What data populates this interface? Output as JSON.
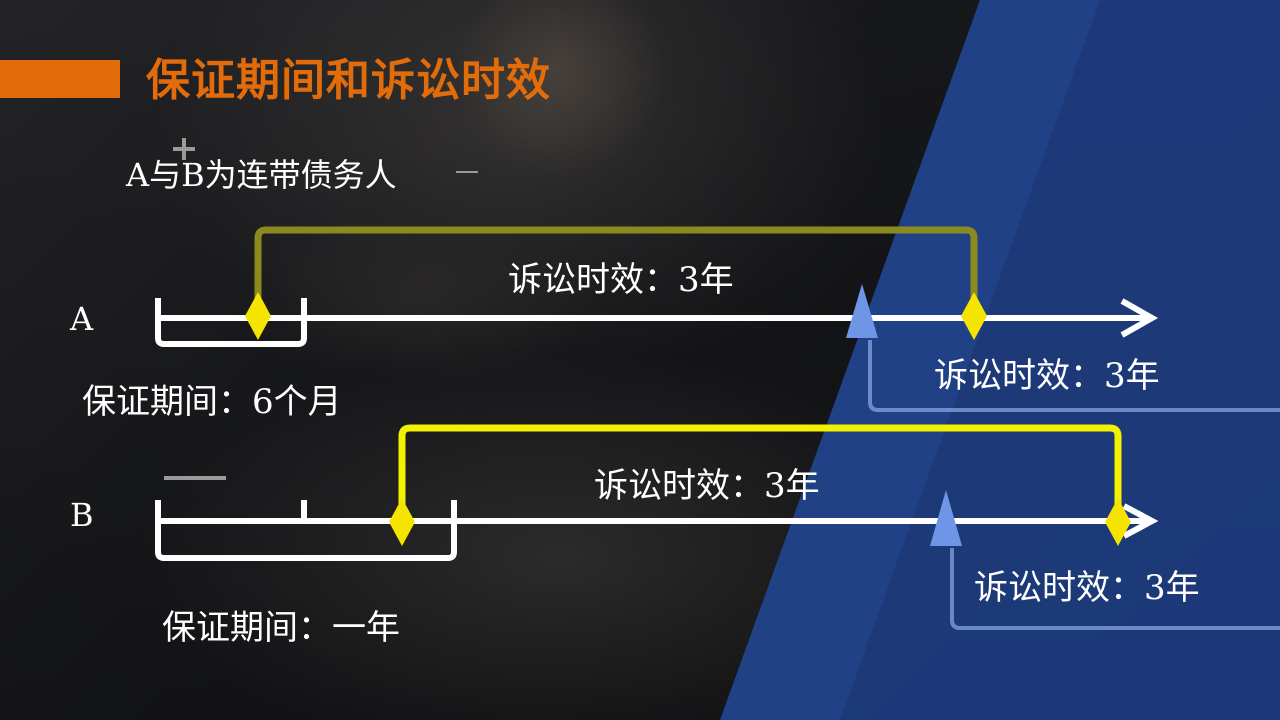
{
  "slide": {
    "title": "保证期间和诉讼时效",
    "subtitle": "A与B为连带债务人",
    "accent_color": "#e36c0a",
    "panel_color": "#1f3f86"
  },
  "row_a": {
    "label": "A",
    "guarantee_label": "保证期间：6个月",
    "limitation_top": "诉讼时效：3年",
    "limitation_bottom": "诉讼时效：3年",
    "bracket_color": "#8a8a1e"
  },
  "row_b": {
    "label": "B",
    "guarantee_label": "保证期间：一年",
    "limitation_top": "诉讼时效：3年",
    "limitation_bottom": "诉讼时效：3年",
    "bracket_color": "#f2f200"
  },
  "markers": {
    "diamond_color": "#f5e400",
    "triangle_color": "#6f95e6"
  }
}
